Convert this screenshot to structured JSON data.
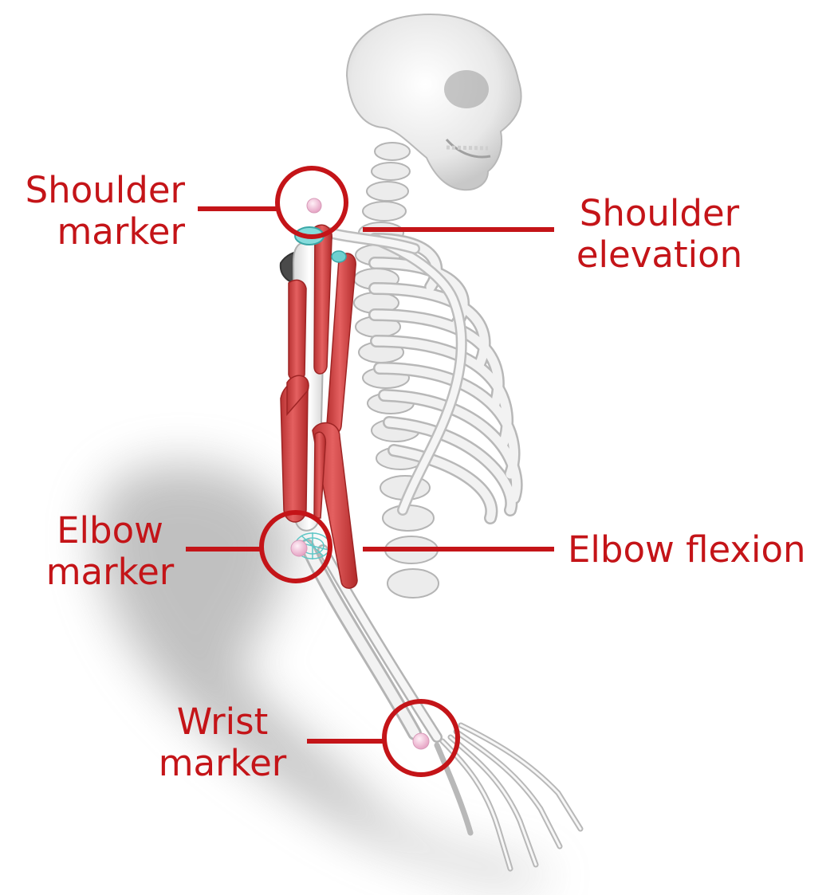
{
  "labels": {
    "shoulder_marker": [
      "Shoulder",
      "marker"
    ],
    "shoulder_elevation": [
      "Shoulder",
      "elevation"
    ],
    "elbow_marker": [
      "Elbow",
      "marker"
    ],
    "elbow_flexion": [
      "Elbow flexion"
    ],
    "wrist_marker": [
      "Wrist",
      "marker"
    ]
  },
  "colors": {
    "annotation": "#c41418",
    "muscle": "#d84848",
    "bone": "#eeeeee",
    "marker": "#f4b8d4",
    "joint": "#7ad6d6"
  }
}
